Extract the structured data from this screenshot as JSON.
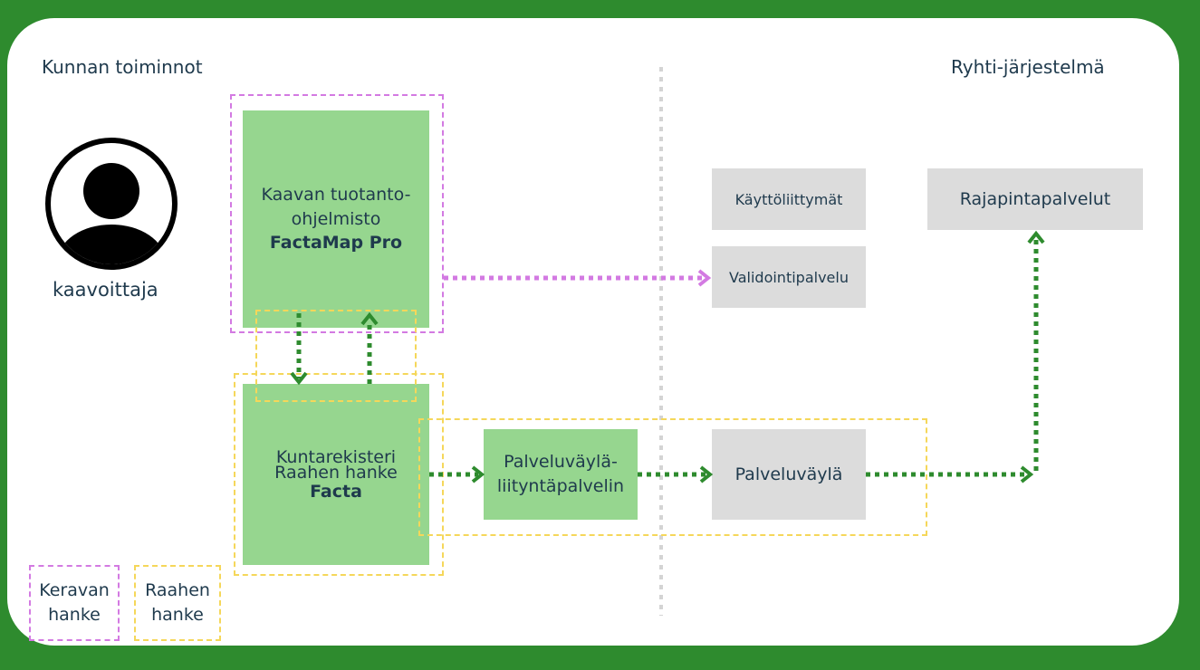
{
  "left_section": {
    "title": "Kunnan toiminnot"
  },
  "right_section": {
    "title": "Ryhti-järjestelmä"
  },
  "user": {
    "label": "kaavoittaja",
    "icon": "user-icon"
  },
  "factamap": {
    "line1": "Kaavan tuotanto-",
    "line2": "ohjelmisto",
    "name": "FactaMap Pro"
  },
  "facta": {
    "line1": "Kuntarekisteri",
    "overlay": "Raahen hanke",
    "name": "Facta"
  },
  "palveluvayla_liityntapalvelin": {
    "line1": "Palveluväylä-",
    "line2": "liityntäpalvelin"
  },
  "ryhti_boxes": {
    "kayttoliittymat": "Käyttöliittymät",
    "validointipalvelu": "Validointipalvelu",
    "rajapintapalvelut": "Rajapintapalvelut",
    "palveluvayla": "Palveluväylä"
  },
  "legend": {
    "keravan_line1": "Keravan",
    "keravan_line2": "hanke",
    "raahen_line1": "Raahen",
    "raahen_line2": "hanke"
  },
  "colors": {
    "frame": "#2e8b2e",
    "green_box": "#96d68f",
    "grey_box": "#dcdcdc",
    "pink_dash": "#d37ae2",
    "yellow_dash": "#f5d75a",
    "green_arrow": "#2e8b2e",
    "pink_arrow": "#d37ae2",
    "text": "#1f3a4d"
  }
}
